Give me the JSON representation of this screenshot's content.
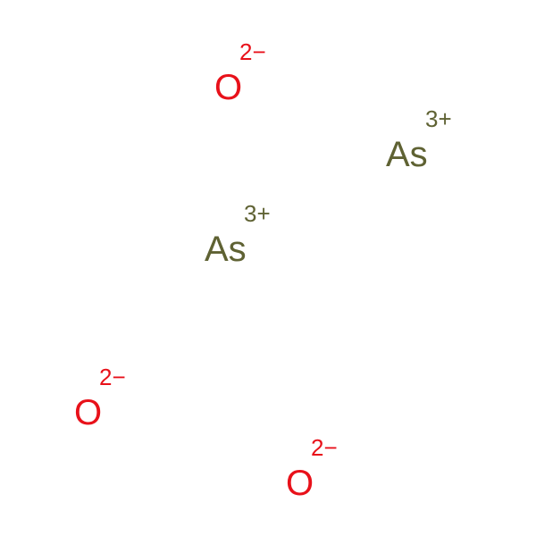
{
  "ions": [
    {
      "symbol": "O",
      "charge": "2−",
      "color": "#e8111a"
    },
    {
      "symbol": "As",
      "charge": "3+",
      "color": "#5f6233"
    },
    {
      "symbol": "As",
      "charge": "3+",
      "color": "#5f6233"
    },
    {
      "symbol": "O",
      "charge": "2−",
      "color": "#e8111a"
    },
    {
      "symbol": "O",
      "charge": "2−",
      "color": "#e8111a"
    }
  ]
}
